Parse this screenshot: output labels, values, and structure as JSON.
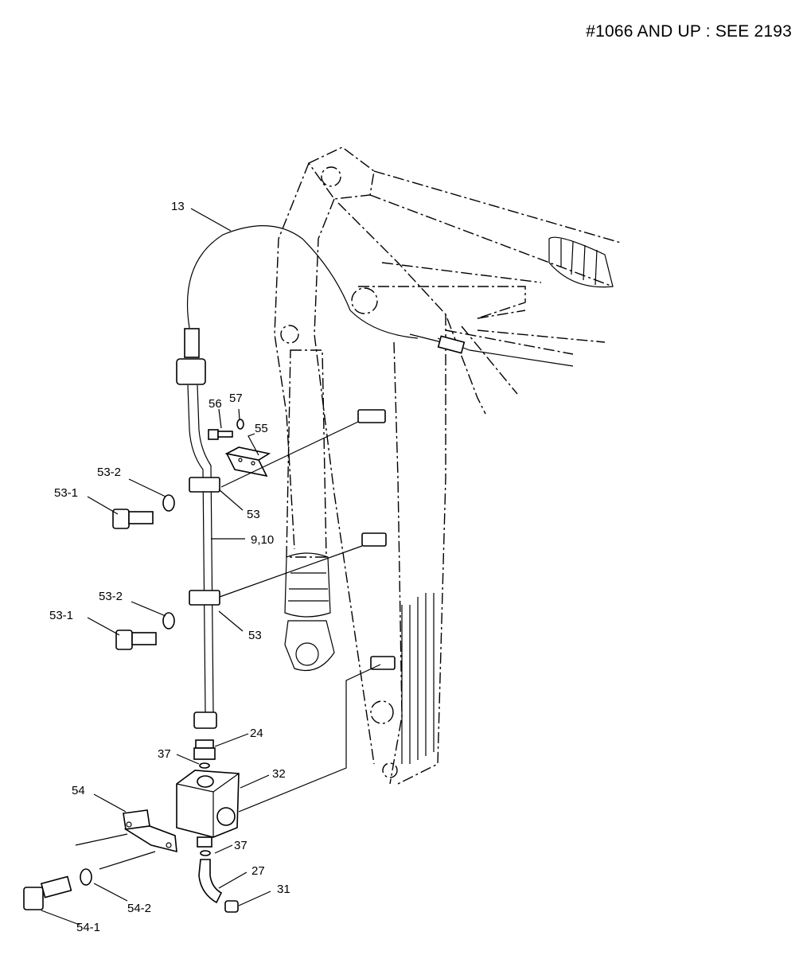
{
  "header": {
    "note": "#1066 AND UP : SEE 2193"
  },
  "callouts": {
    "c13": "13",
    "c56": "56",
    "c57": "57",
    "c55": "55",
    "c53_2_top": "53-2",
    "c53_1_top": "53-1",
    "c53_top": "53",
    "c9_10": "9,10",
    "c53_2_bot": "53-2",
    "c53_1_bot": "53-1",
    "c53_bot": "53",
    "c24": "24",
    "c37_top": "37",
    "c32": "32",
    "c54": "54",
    "c37_bot": "37",
    "c27": "27",
    "c31": "31",
    "c54_2": "54-2",
    "c54_1": "54-1"
  }
}
